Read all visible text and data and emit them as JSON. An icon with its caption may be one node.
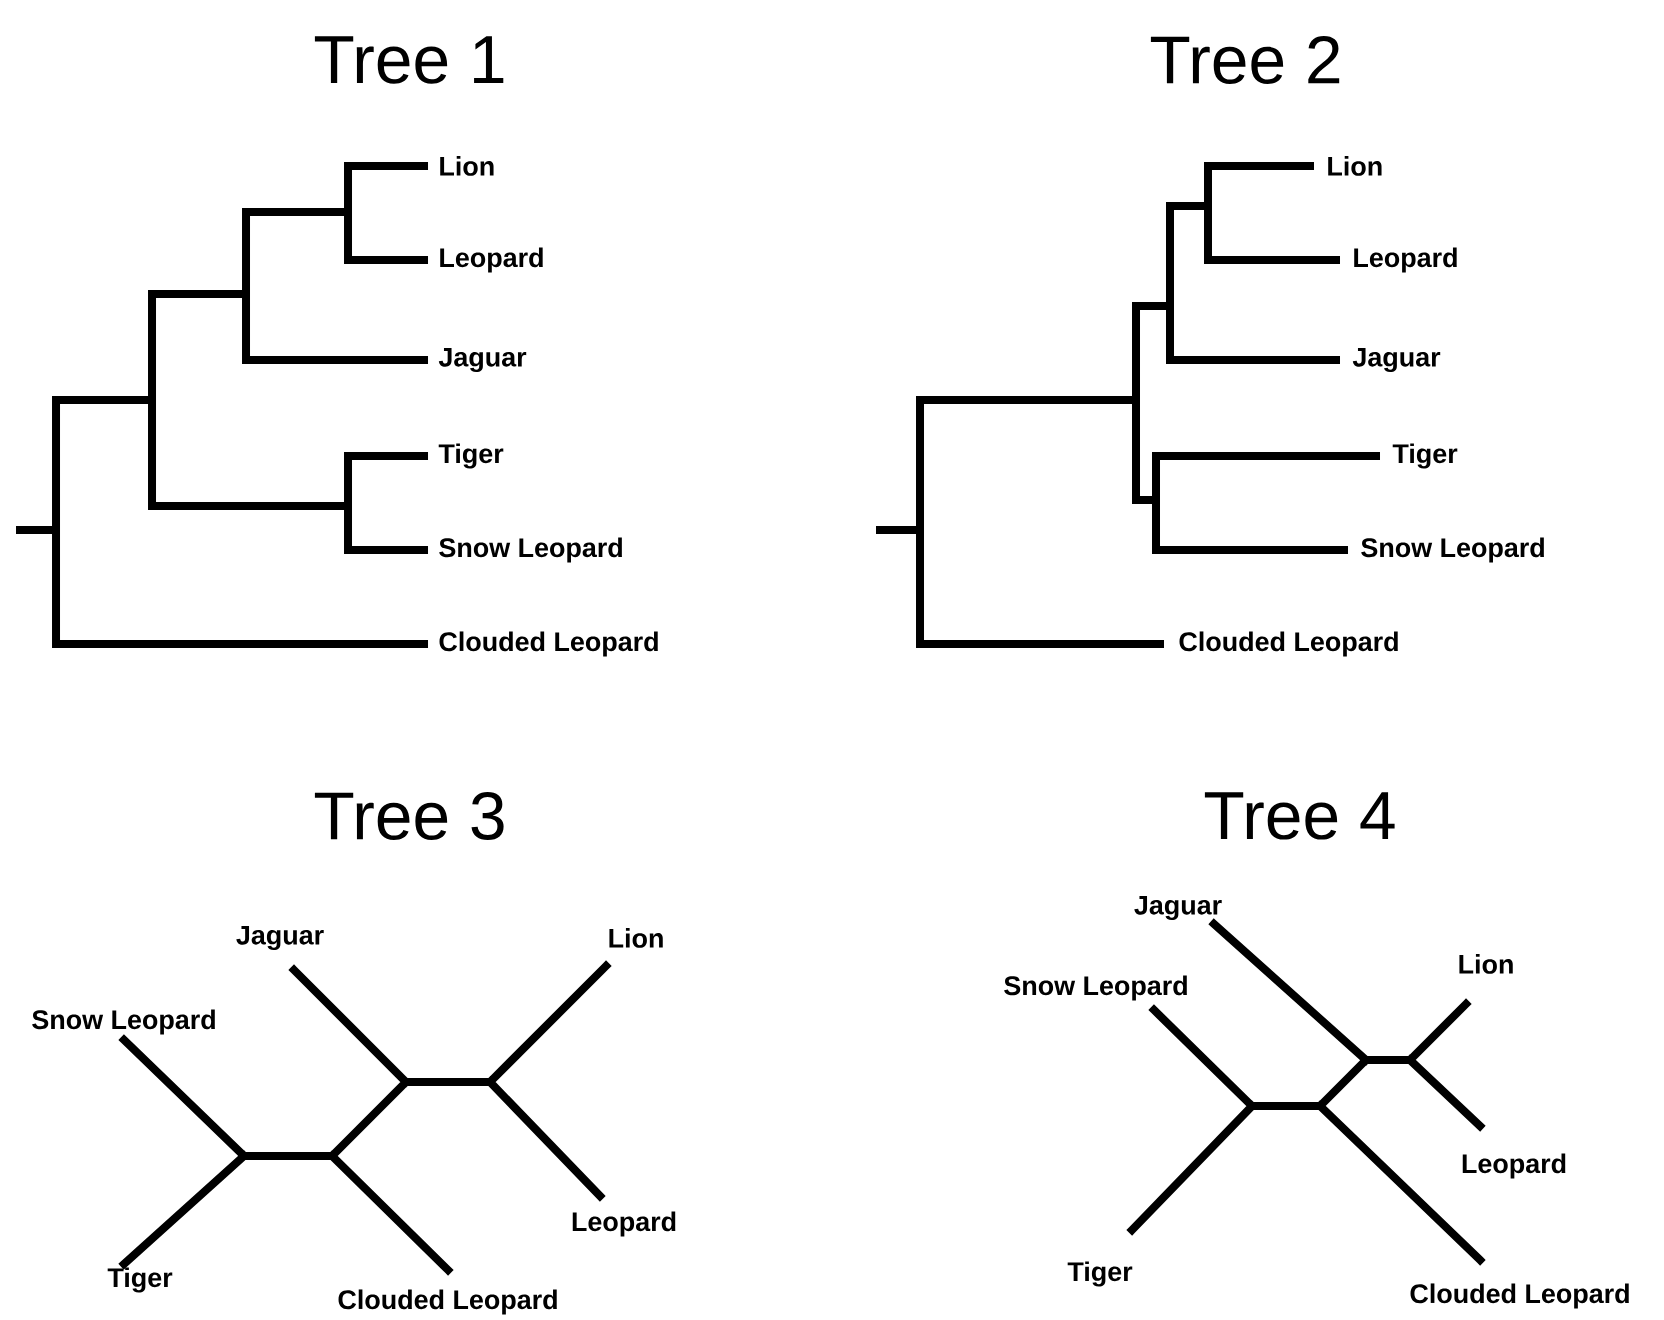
{
  "diagram": {
    "labels": [
      "Tree 1",
      "Lion",
      "Leopard",
      "Jaguar",
      "Tiger",
      "Snow Leopard",
      "Clouded Leopard",
      "Tree 2",
      "Lion",
      "Leopard",
      "Jaguar",
      "Tiger",
      "Snow Leopard",
      "Clouded Leopard",
      "Tree 3",
      "Jaguar",
      "Lion",
      "Snow Leopard",
      "Leopard",
      "Tiger",
      "Clouded Leopard",
      "Tree 4",
      "Jaguar",
      "Lion",
      "Snow Leopard",
      "Leopard",
      "Tiger",
      "Clouded Leopard"
    ]
  }
}
